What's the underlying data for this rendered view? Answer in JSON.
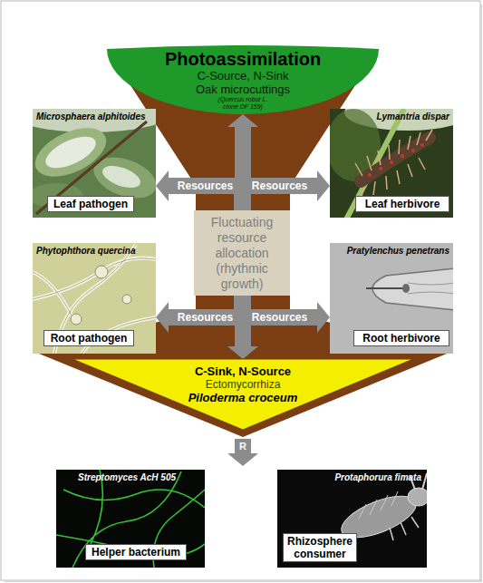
{
  "diagram": {
    "nodes": [
      {
        "text": [
          "Photoassimilation",
          "C-Source, N-Sink",
          "Oak microcuttings",
          "(Quercus robur L. clone DF 159)"
        ]
      },
      {
        "text": [
          "Microsphaera alphitoides"
        ]
      },
      {
        "text": [
          "Leaf pathogen"
        ],
        "in": 1
      },
      {
        "text": [
          "Lymantria dispar"
        ]
      },
      {
        "text": [
          "Leaf herbivore"
        ],
        "in": 3
      },
      {
        "text": [
          "Fluctuating resource allocation (rhythmic growth)"
        ]
      },
      {
        "text": [
          "Phytophthora quercina"
        ]
      },
      {
        "text": [
          "Root pathogen"
        ],
        "in": 6
      },
      {
        "text": [
          "Pratylenchus penetrans"
        ]
      },
      {
        "text": [
          "Root herbivore"
        ],
        "in": 8
      },
      {
        "text": [
          "C-Sink, N-Source",
          "Ectomycorrhiza",
          "Piloderma croceum"
        ]
      },
      {
        "text": [
          "Streptomyces AcH 505"
        ]
      },
      {
        "text": [
          "Helper bacterium"
        ],
        "in": 11
      },
      {
        "text": [
          "Protaphorura fimata"
        ]
      },
      {
        "text": [
          "Rhizosphere consumer"
        ],
        "in": 13
      }
    ],
    "edges": [
      {
        "from": 0,
        "to": 10,
        "arrow": "both"
      },
      {
        "from": 5,
        "to": 1,
        "label": "Resources",
        "arrow": "to"
      },
      {
        "from": 5,
        "to": 3,
        "label": "Resources",
        "arrow": "to"
      },
      {
        "from": 5,
        "to": 6,
        "label": "Resources",
        "arrow": "to"
      },
      {
        "from": 5,
        "to": 8,
        "label": "Resources",
        "arrow": "to"
      }
    ],
    "labels": [
      "R"
    ]
  }
}
